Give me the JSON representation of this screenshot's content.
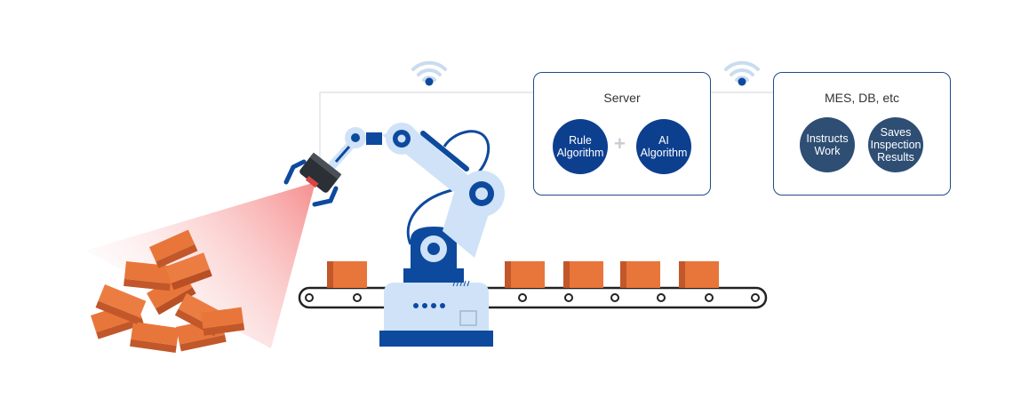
{
  "server": {
    "title": "Server",
    "items": [
      "Rule\nAlgorithm",
      "AI\nAlgorithm"
    ],
    "joiner": "+"
  },
  "mes": {
    "title": "MES, DB, etc",
    "items": [
      "Instructs\nWork",
      "Saves\nInspection\nResults"
    ]
  },
  "colors": {
    "navy": "#0d3f8f",
    "slate": "#2e4e74",
    "robot_light": "#cfe2f7",
    "robot_dark": "#0d4a9e",
    "box": "#e8763a",
    "box_dark": "#c2572a",
    "wifi_light": "#c9dcef",
    "wifi_dot": "#0d4a9e",
    "beam": "#f6a2a2",
    "frame_line": "#1f4a8a"
  },
  "icons": {
    "wifi_left": "wifi-icon",
    "wifi_right": "wifi-icon",
    "robot": "robot-arm-icon",
    "camera": "camera-icon",
    "conveyor": "conveyor-belt-icon",
    "pile": "brick-pile-icon"
  }
}
